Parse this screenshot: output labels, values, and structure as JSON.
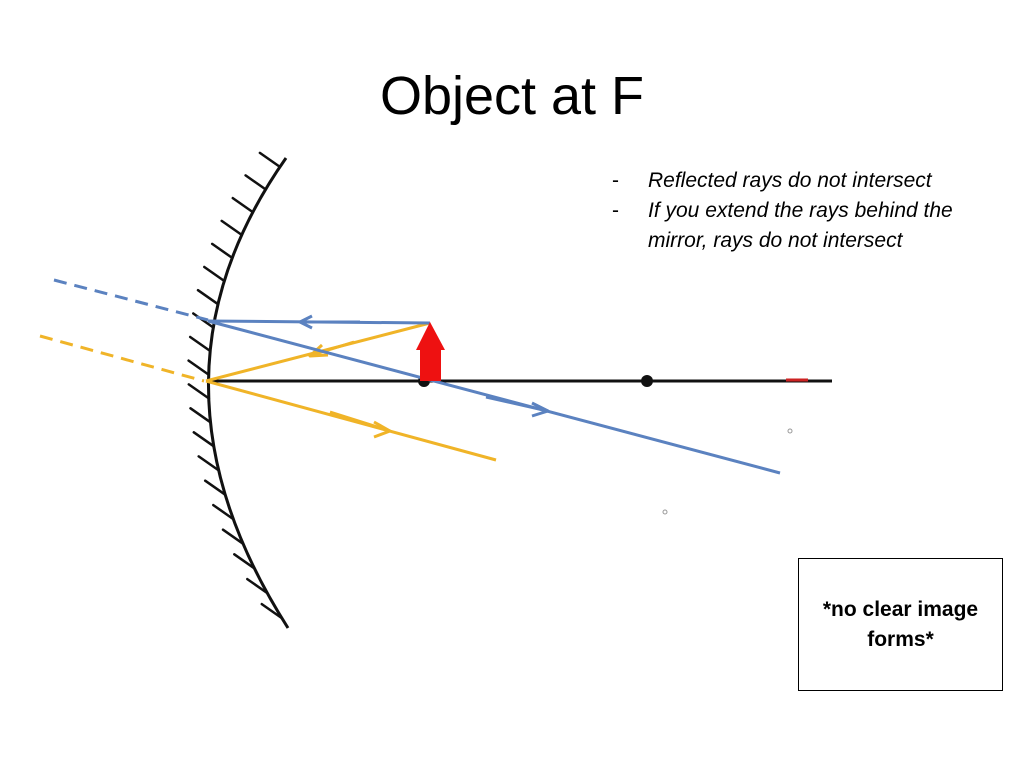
{
  "slide": {
    "title": "Object at F"
  },
  "notes": [
    {
      "bullet": "-",
      "text": "Reflected rays do not intersect"
    },
    {
      "bullet": "-",
      "text": "If you extend the rays behind the mirror, rays do not intersect"
    }
  ],
  "callout": {
    "text": "*no clear image forms*"
  },
  "colors": {
    "blue_ray": "#5b82c0",
    "yellow_ray": "#f0b428",
    "object_arrow": "#ee1111",
    "axis": "#111111",
    "mirror": "#111111"
  }
}
